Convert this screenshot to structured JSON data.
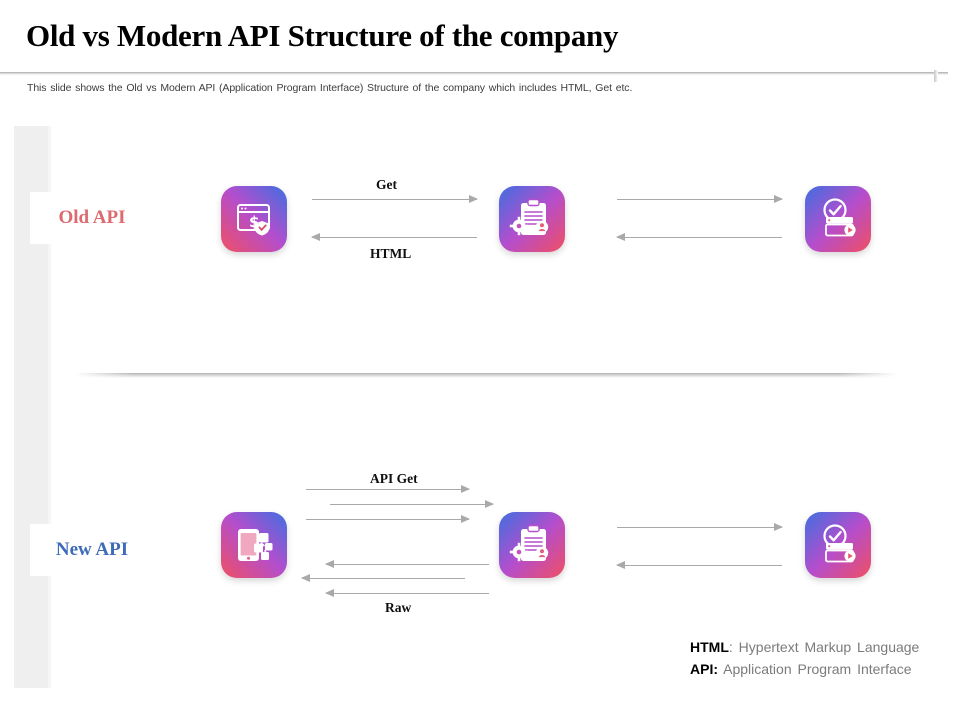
{
  "slide": {
    "title": "Old vs Modern API Structure of the company",
    "subtitle": "This slide shows the Old vs Modern API (Application Program Interface) Structure of the company which includes HTML, Get etc.",
    "background": "#ffffff"
  },
  "colors": {
    "old_api_label": "#dd6a6e",
    "new_api_label": "#3f6cb8",
    "arrow": "#a9a9a9",
    "strip": "#efefef",
    "legend_definition": "#7b7b7b",
    "gradient_blue": "#3f6fe0",
    "gradient_purple": "#b44ecd",
    "gradient_red": "#ef4f63"
  },
  "rows": [
    {
      "id": "old",
      "tag_label": "Old API",
      "tag_color": "#dd6a6e",
      "captions": [
        {
          "text": "Get",
          "position": "above-first-pair"
        },
        {
          "text": "HTML",
          "position": "below-first-pair"
        }
      ],
      "nodes": [
        {
          "icon": "browser-money-shield-icon"
        },
        {
          "icon": "clipboard-gear-user-icon"
        },
        {
          "icon": "check-circle-card-play-icon"
        }
      ],
      "flows": [
        {
          "direction": "right",
          "count": 1,
          "label": "Get"
        },
        {
          "direction": "left",
          "count": 1,
          "label": "HTML"
        },
        {
          "direction": "right",
          "count": 1,
          "label": ""
        },
        {
          "direction": "left",
          "count": 1,
          "label": ""
        }
      ]
    },
    {
      "id": "new",
      "tag_label": "New API",
      "tag_color": "#3f6cb8",
      "captions": [
        {
          "text": "API Get",
          "position": "above-first-group"
        },
        {
          "text": "Raw",
          "position": "below-first-group"
        }
      ],
      "nodes": [
        {
          "icon": "mobile-nodes-icon"
        },
        {
          "icon": "clipboard-gear-user-icon"
        },
        {
          "icon": "check-circle-card-play-icon"
        }
      ],
      "flows": [
        {
          "direction": "right",
          "count": 3,
          "label": "API Get"
        },
        {
          "direction": "left",
          "count": 3,
          "label": "Raw"
        },
        {
          "direction": "right",
          "count": 1,
          "label": ""
        },
        {
          "direction": "left",
          "count": 1,
          "label": ""
        }
      ]
    }
  ],
  "legend": [
    {
      "term": "HTML",
      "separator": ": ",
      "definition": "Hypertext Markup Language"
    },
    {
      "term": "API:",
      "separator": " ",
      "definition": "Application Program Interface"
    }
  ]
}
